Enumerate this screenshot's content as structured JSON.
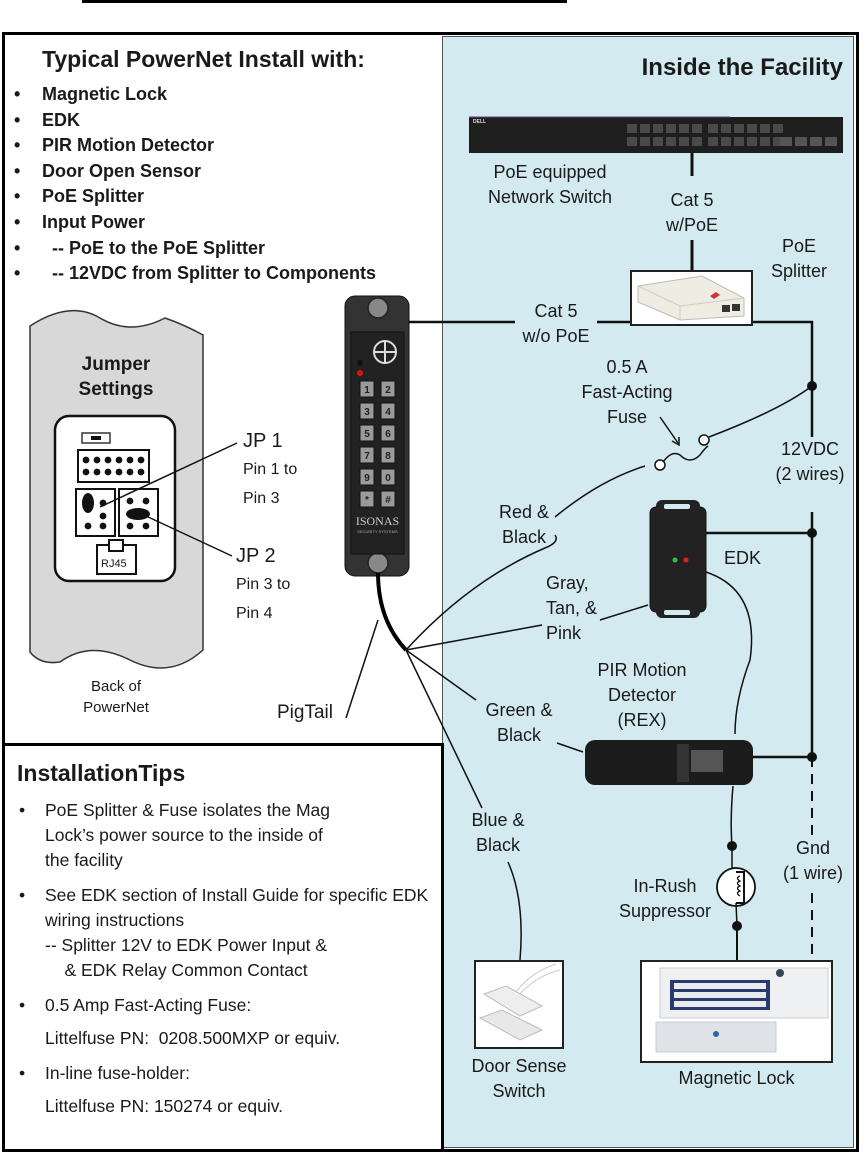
{
  "header": {
    "title": "Typical PowerNet Install with:",
    "features": [
      "Magnetic Lock",
      "EDK",
      "PIR Motion Detector",
      "Door Open Sensor",
      "PoE Splitter",
      "Input Power",
      "  -- PoE to the PoE Splitter",
      "  -- 12VDC from Splitter to Components"
    ]
  },
  "facility": {
    "title": "Inside the Facility",
    "background_color": "#d3eaf0"
  },
  "jumpers": {
    "title_line1": "Jumper",
    "title_line2": "Settings",
    "rj45_label": "RJ45",
    "back_label_line1": "Back of",
    "back_label_line2": "PowerNet",
    "jp1": {
      "name": "JP 1",
      "line1": "Pin 1 to",
      "line2": "Pin 3"
    },
    "jp2": {
      "name": "JP 2",
      "line1": "Pin 3 to",
      "line2": "Pin 4"
    }
  },
  "reader": {
    "brand": "ISONAS",
    "brand_sub": "SECURITY SYSTEMS",
    "keys": [
      "1",
      "2",
      "3",
      "4",
      "5",
      "6",
      "7",
      "8",
      "9",
      "0",
      "*",
      "#"
    ],
    "pigtail_label": "PigTail"
  },
  "components": {
    "switch_label_line1": "PoE equipped",
    "switch_label_line2": "Network Switch",
    "switch_brand": "DELL",
    "cat5_poe_line1": "Cat 5",
    "cat5_poe_line2": "w/PoE",
    "splitter_line1": "PoE",
    "splitter_line2": "Splitter",
    "cat5_nopoe_line1": "Cat 5",
    "cat5_nopoe_line2": "w/o PoE",
    "fuse_line1": "0.5 A",
    "fuse_line2": "Fast-Acting",
    "fuse_line3": "Fuse",
    "vdc_line1": "12VDC",
    "vdc_line2": "(2 wires)",
    "red_black_line1": "Red &",
    "red_black_line2": "Black",
    "edk_label": "EDK",
    "gray_line1": "Gray,",
    "gray_line2": "Tan, &",
    "gray_line3": "Pink",
    "pir_line1": "PIR Motion",
    "pir_line2": "Detector",
    "pir_line3": "(REX)",
    "green_line1": "Green &",
    "green_line2": "Black",
    "blue_line1": "Blue &",
    "blue_line2": "Black",
    "gnd_line1": "Gnd",
    "gnd_line2": "(1 wire)",
    "inrush_line1": "In-Rush",
    "inrush_line2": "Suppressor",
    "door_line1": "Door Sense",
    "door_line2": "Switch",
    "maglock_label": "Magnetic Lock"
  },
  "tips": {
    "title": "InstallationTips",
    "items": [
      {
        "text": "PoE Splitter & Fuse isolates the Mag Lock’s power source to the inside of the facility"
      },
      {
        "text": "See EDK section of Install Guide for specific EDK wiring instructions",
        "sub1": "-- Splitter 12V to EDK Power Input &",
        "sub2": "    & EDK Relay Common Contact"
      },
      {
        "text": "0.5 Amp Fast-Acting Fuse:",
        "pn": "Littelfuse PN:  0208.500MXP or equiv."
      },
      {
        "text": "In-line fuse-holder:",
        "pn": "Littelfuse PN: 150274 or equiv."
      }
    ]
  }
}
